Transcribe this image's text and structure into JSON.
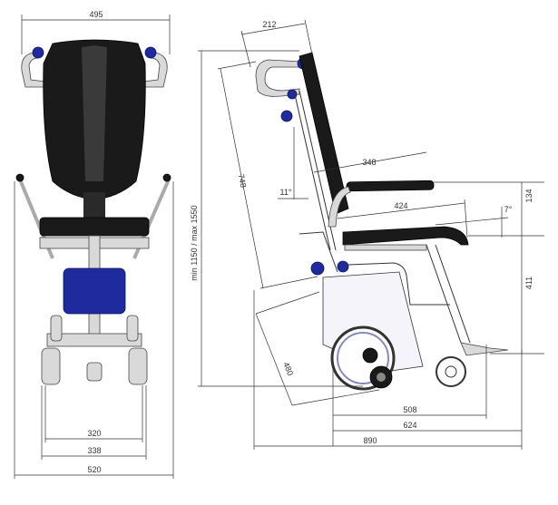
{
  "drawing": {
    "front_view": {
      "dimensions": {
        "handle_width": "495",
        "overall_width": "520",
        "wheel_track_outer": "338",
        "wheel_track_inner": "320"
      }
    },
    "side_view": {
      "dimensions": {
        "handle_depth": "212",
        "backrest_length": "748",
        "height_range": "min 1150  / max 1550",
        "armrest_length": "348",
        "backrest_angle": "11°",
        "seat_depth": "424",
        "seat_angle": "7°",
        "armrest_height": "134",
        "seat_height": "411",
        "base_length": "480",
        "wheelbase": "508",
        "footplate_length": "624",
        "overall_length": "890"
      }
    }
  }
}
